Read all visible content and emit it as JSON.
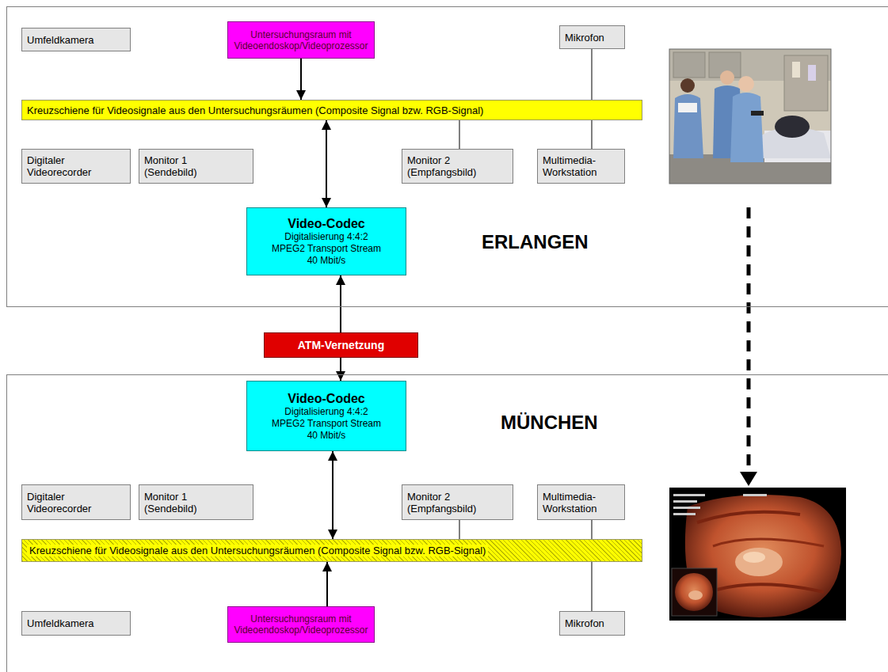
{
  "diagram": {
    "nodes": [
      {
        "text": [
          "ERLANGEN"
        ]
      },
      {
        "text": [
          "Umfeldkamera"
        ],
        "in": 0
      },
      {
        "text": [
          "Untersuchungsraum mit Videoendoskop/Videoprozessor"
        ],
        "in": 0
      },
      {
        "text": [
          "Mikrofon"
        ],
        "in": 0
      },
      {
        "text": [
          "Kreuzschiene für Videosignale aus den Untersuchungsräumen (Composite Signal bzw. RGB-Signal)"
        ],
        "in": 0
      },
      {
        "text": [
          "Digitaler Videorecorder"
        ],
        "in": 0
      },
      {
        "text": [
          "Monitor 1 (Sendebild)"
        ],
        "in": 0
      },
      {
        "text": [
          "Monitor 2 (Empfangsbild)"
        ],
        "in": 0
      },
      {
        "text": [
          "Multimedia-Workstation"
        ],
        "in": 0
      },
      {
        "text": [
          "Video-Codec",
          "Digitalisierung 4:4:2 MPEG2 Transport Stream 40 Mbit/s"
        ],
        "in": 0
      },
      {
        "text": [
          "ATM-Vernetzung"
        ]
      },
      {
        "text": [
          "MÜNCHEN"
        ]
      },
      {
        "text": [
          "Video-Codec",
          "Digitalisierung 4:4:2 MPEG2 Transport Stream 40 Mbit/s"
        ],
        "in": 11
      },
      {
        "text": [
          "Digitaler Videorecorder"
        ],
        "in": 11
      },
      {
        "text": [
          "Monitor 1 (Sendebild)"
        ],
        "in": 11
      },
      {
        "text": [
          "Monitor 2 (Empfangsbild)"
        ],
        "in": 11
      },
      {
        "text": [
          "Multimedia-Workstation"
        ],
        "in": 11
      },
      {
        "text": [
          "Kreuzschiene für Videosignale aus den Untersuchungsräumen (Composite Signal bzw. RGB-Signal)"
        ],
        "in": 11
      },
      {
        "text": [
          "Umfeldkamera"
        ],
        "in": 11
      },
      {
        "text": [
          "Untersuchungsraum mit Videoendoskop/Videoprozessor"
        ],
        "in": 11
      },
      {
        "text": [
          "Mikrofon"
        ],
        "in": 11
      }
    ],
    "edges": [
      {
        "from": 2,
        "to": 4,
        "arrow": "to"
      },
      {
        "from": 4,
        "to": 9,
        "arrow": "both"
      },
      {
        "from": 3,
        "to": 4,
        "arrow": "none"
      },
      {
        "from": 4,
        "to": 7,
        "arrow": "none"
      },
      {
        "from": 4,
        "to": 8,
        "arrow": "none"
      },
      {
        "from": 10,
        "to": 9,
        "arrow": "to"
      },
      {
        "from": 10,
        "to": 12,
        "arrow": "to"
      },
      {
        "from": 17,
        "to": 12,
        "arrow": "both"
      },
      {
        "from": 19,
        "to": 17,
        "arrow": "to"
      },
      {
        "from": 15,
        "to": 17,
        "arrow": "none"
      },
      {
        "from": 16,
        "to": 17,
        "arrow": "none"
      },
      {
        "from": 17,
        "to": 20,
        "arrow": "none"
      }
    ]
  }
}
